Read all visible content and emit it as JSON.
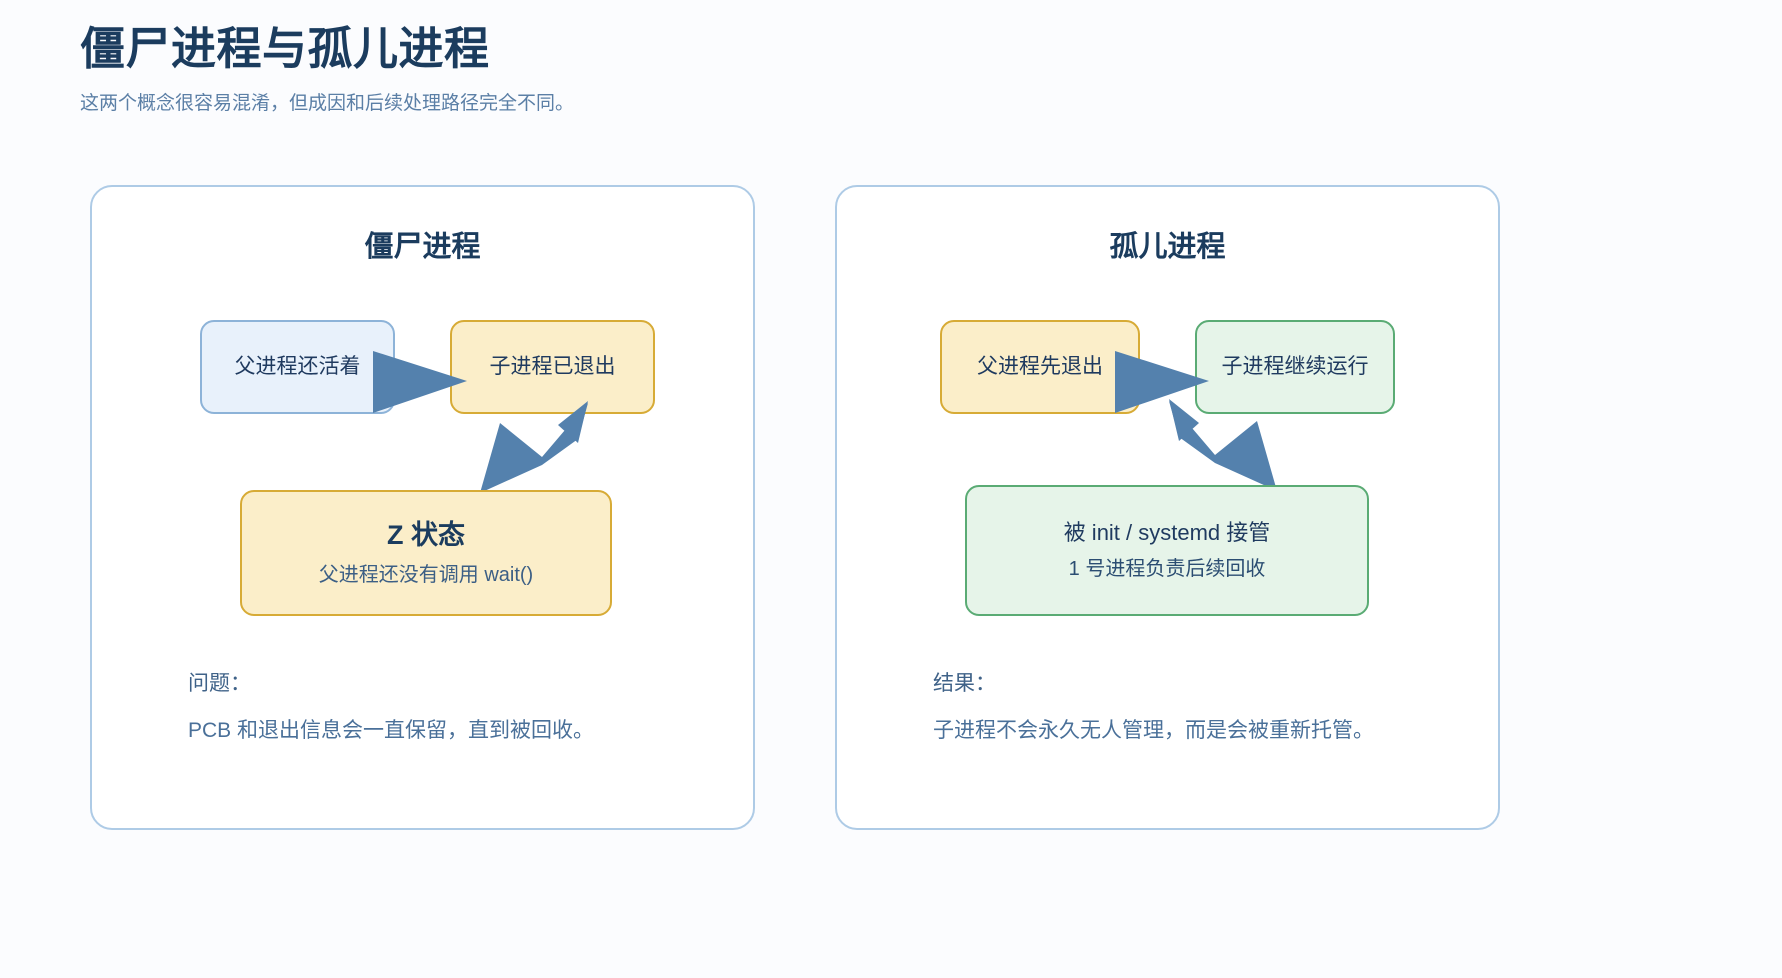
{
  "header": {
    "title": "僵尸进程与孤儿进程",
    "subtitle": "这两个概念很容易混淆，但成因和后续处理路径完全不同。"
  },
  "colors": {
    "page_background": "#fbfcfe",
    "card_background": "#ffffff",
    "card_border": "#aecbe6",
    "title_text": "#1b3c5e",
    "subtitle_text": "#5b7fa6",
    "arrow": "#5481ad",
    "blue_node_fill": "#e8f1fb",
    "blue_node_border": "#8db3d8",
    "yellow_node_fill": "#fbeec9",
    "yellow_node_border": "#d7ab36",
    "green_node_fill": "#e6f4e9",
    "green_node_border": "#5aab74"
  },
  "cards": [
    {
      "title": "僵尸进程",
      "nodes": {
        "parent": "父进程还活着",
        "child": "子进程已退出",
        "result_title": "Z 状态",
        "result_sub": "父进程还没有调用 wait()"
      },
      "footnote": {
        "label": "问题：",
        "text": "PCB 和退出信息会一直保留，直到被回收。"
      }
    },
    {
      "title": "孤儿进程",
      "nodes": {
        "parent": "父进程先退出",
        "child": "子进程继续运行",
        "result_line1": "被 init / systemd 接管",
        "result_line2": "1 号进程负责后续回收"
      },
      "footnote": {
        "label": "结果：",
        "text": "子进程不会永久无人管理，而是会被重新托管。"
      }
    }
  ]
}
